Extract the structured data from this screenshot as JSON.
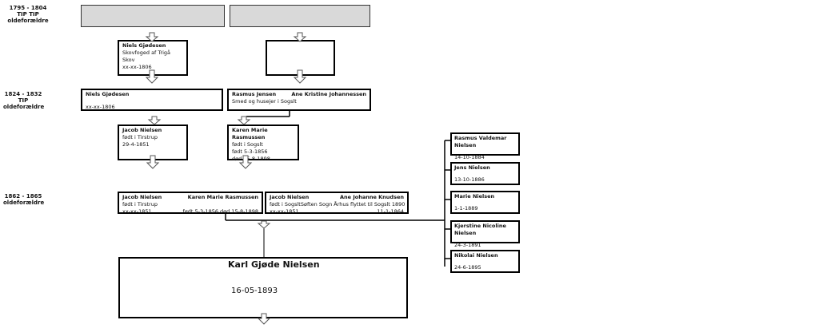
{
  "generations": [
    {
      "years": "1795 - 1804",
      "line2": "TIP TIP",
      "line3": "oldeforældre"
    },
    {
      "years": "1824 - 1832",
      "line2": "TIP",
      "line3": "oldeforældre"
    },
    {
      "years": "1862 - 1865",
      "line2": "oldeforældre",
      "line3": ""
    }
  ],
  "gen1": {
    "left": {
      "name": "Niels Gjødesen",
      "line1": "Skovfoged af Trigå Skov",
      "line2": "xx-xx-1806"
    }
  },
  "gen2": {
    "left": {
      "name": "Niels Gjødesen",
      "line1": "xx-xx-1806"
    },
    "right": {
      "name_a": "Rasmus Jensen",
      "name_b": "Ane Kristine Johannessen",
      "line1": "Smed og husejer i Sogslt"
    }
  },
  "gen3": {
    "left": {
      "name": "Jacob Nielsen",
      "line1": "født i Tirstrup",
      "line2": "29-4-1851"
    },
    "right": {
      "name": "Karen Marie Rasmussen",
      "line1": "født i Sogslt",
      "line2": "født 5-3-1856",
      "line3": "død 15-8-1898"
    }
  },
  "gen4": {
    "left": {
      "name_a": "Jacob Nielsen",
      "name_b": "Karen Marie Rasmussen",
      "l1a": "født i Tirstrup",
      "l2a": "xx-xx-1851",
      "l2b": "født 5-3-1856 død 15-8-1898"
    },
    "right": {
      "name_a": "Jacob Nielsen",
      "name_b": "Ane Johanne Knudsen",
      "l1a": "født i Sogslt",
      "l1b": "Søften Sogn Århus flyttet til Sogslt 1890",
      "l2a": "xx-xx-1851",
      "l2b": "11-1-1864"
    }
  },
  "main": {
    "name": "Karl Gjøde Nielsen",
    "date": "16-05-1893"
  },
  "siblings": [
    {
      "name": "Rasmus Valdemar Nielsen",
      "date": "14-10-1884"
    },
    {
      "name": "Jens Nielsen",
      "date": "13-10-1886"
    },
    {
      "name": "Marie Nielsen",
      "date": "1-1-1889"
    },
    {
      "name": "Kjerstine Nicoline Nielsen",
      "date": "24-3-1891"
    },
    {
      "name": "Nikolai Nielsen",
      "date": "24-6-1895"
    }
  ]
}
